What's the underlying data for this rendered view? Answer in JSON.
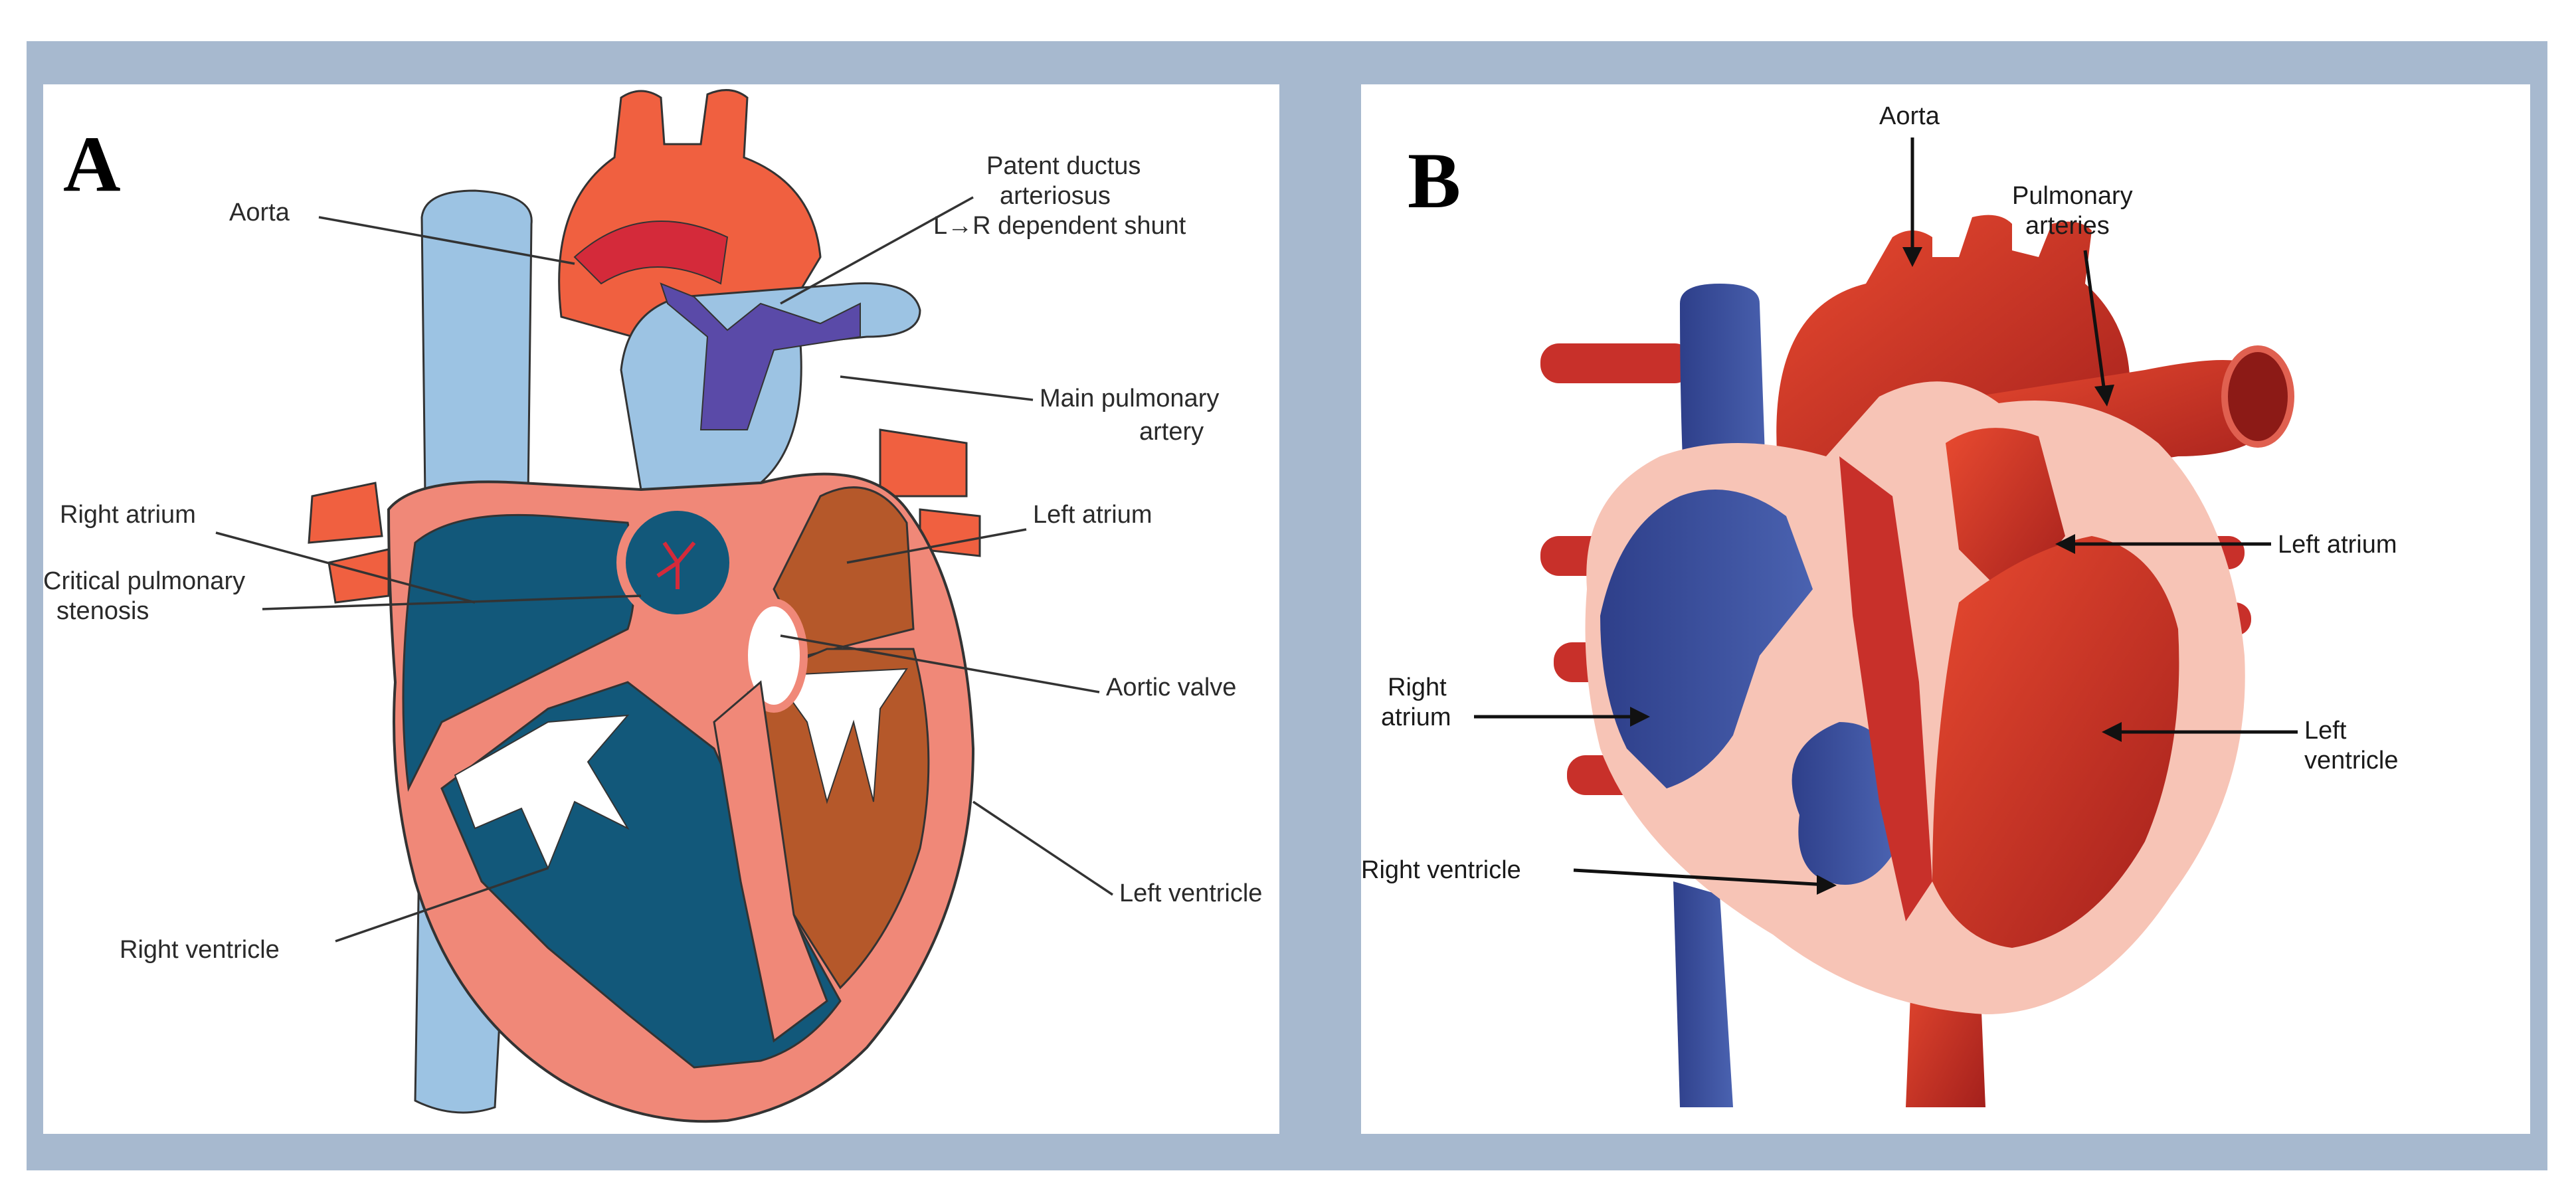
{
  "panels": [
    {
      "letter": "A",
      "labels": {
        "aorta": "Aorta",
        "pda_line1": "Patent ductus",
        "pda_line2": "arteriosus",
        "pda_line3": "L→R dependent shunt",
        "main_pa_line1": "Main pulmonary",
        "main_pa_line2": "artery",
        "right_atrium": "Right atrium",
        "left_atrium": "Left atrium",
        "cps_line1": "Critical pulmonary",
        "cps_line2": "stenosis",
        "aortic_valve": "Aortic valve",
        "left_ventricle": "Left ventricle",
        "right_ventricle": "Right ventricle"
      }
    },
    {
      "letter": "B",
      "labels": {
        "aorta": "Aorta",
        "pa_line1": "Pulmonary",
        "pa_line2": "arteries",
        "left_atrium": "Left atrium",
        "ra_line1": "Right",
        "ra_line2": "atrium",
        "lv_line1": "Left",
        "lv_line2": "ventricle",
        "right_ventricle": "Right ventricle"
      }
    }
  ],
  "colors": {
    "frame": "#a7b9cf",
    "venous_blue_light": "#9cc3e3",
    "venous_blue_dark": "#12587a",
    "arterial_red": "#f06040",
    "muscle_salmon": "#f08878",
    "left_heart_brown": "#b5582a",
    "deoxygenated_blue": "#3a4f9a",
    "oxygenated_red": "#c8302a",
    "myocardium_pink": "#f7c4b6"
  }
}
